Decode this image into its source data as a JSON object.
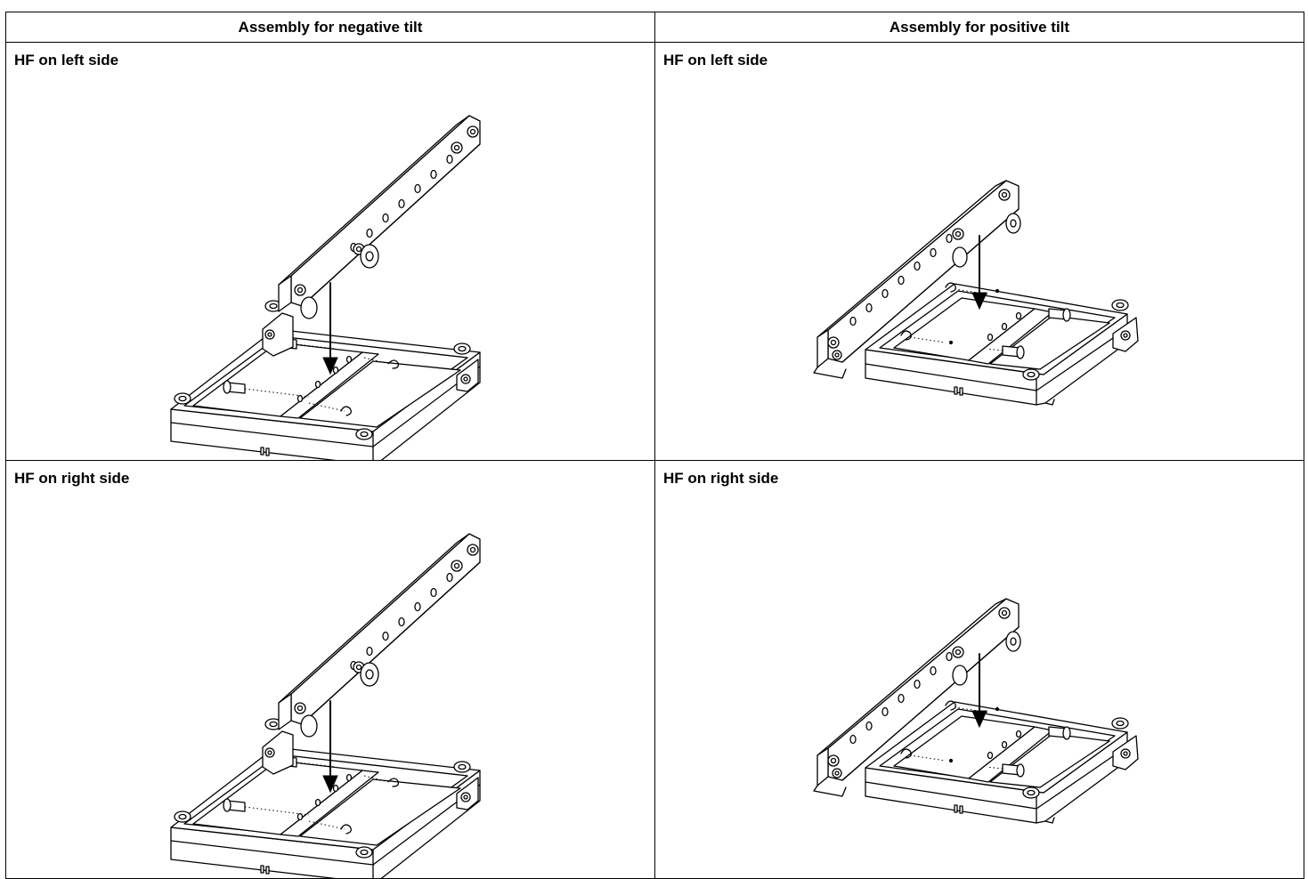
{
  "table": {
    "headers": {
      "negative": "Assembly for negative tilt",
      "positive": "Assembly for positive tilt"
    },
    "rows": [
      {
        "negative_label": "HF on left side",
        "positive_label": "HF on left side"
      },
      {
        "negative_label": "HF on right side",
        "positive_label": "HF on right side"
      }
    ]
  },
  "illustrations": [
    {
      "cell": "row1-negative",
      "subject": "rigging frame with link bar, downward arrow"
    },
    {
      "cell": "row1-positive",
      "subject": "rigging frame with link bar, downward arrow"
    },
    {
      "cell": "row2-negative",
      "subject": "rigging frame with link bar, downward arrow"
    },
    {
      "cell": "row2-positive",
      "subject": "rigging frame with link bar, downward arrow"
    }
  ]
}
